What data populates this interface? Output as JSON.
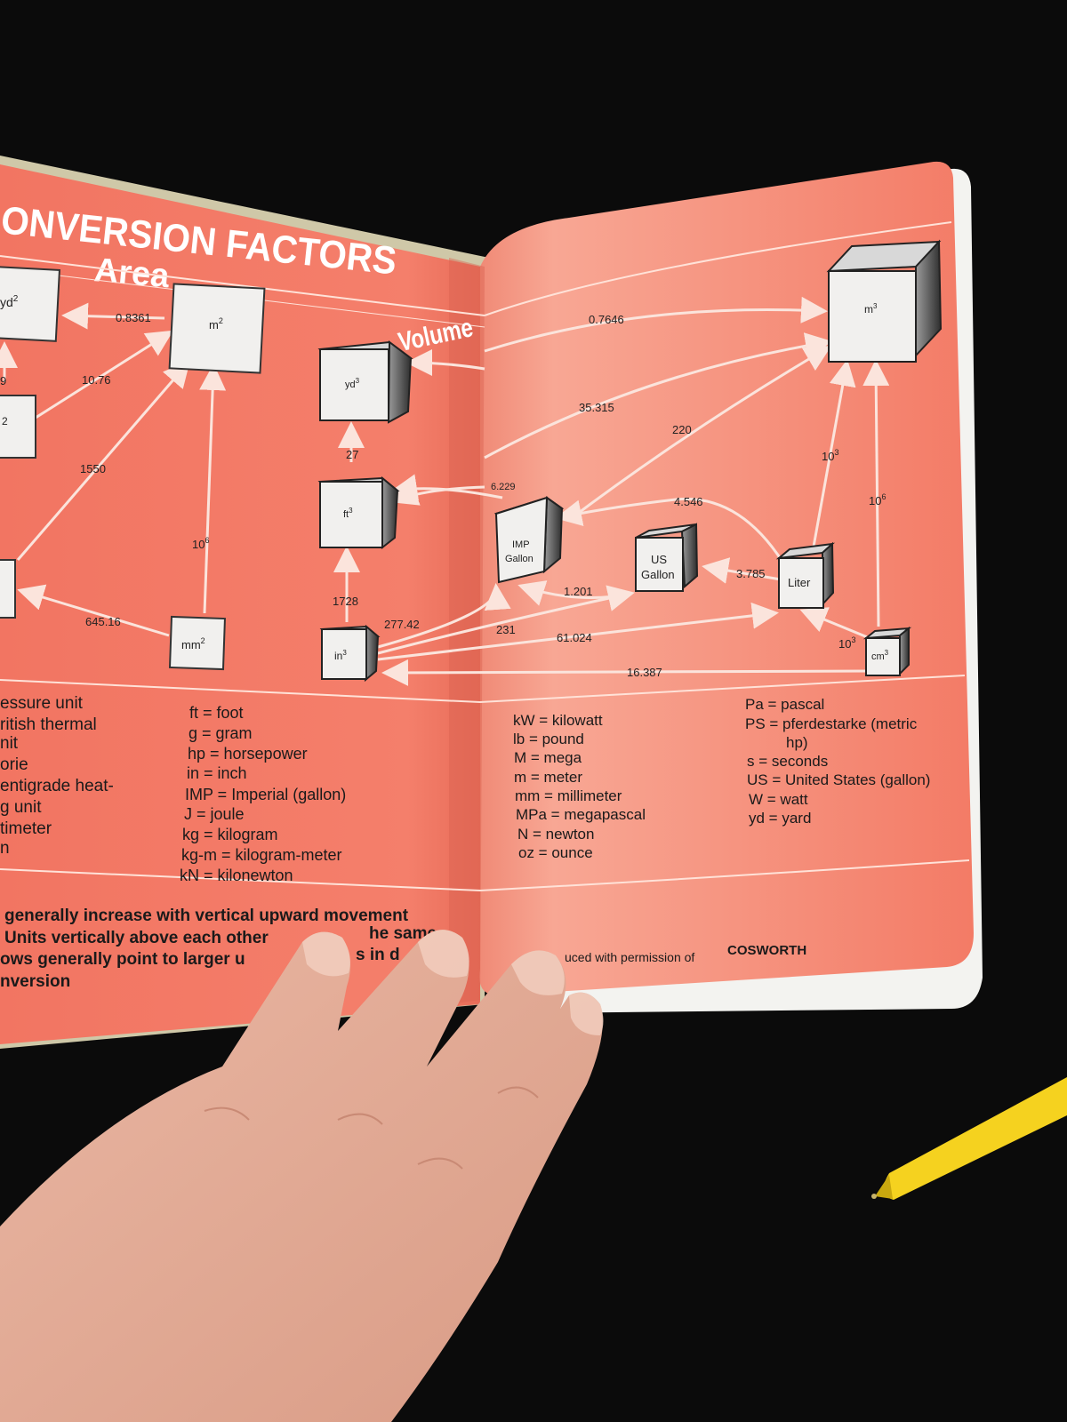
{
  "book": {
    "title": "ONVERSION FACTORS",
    "area_heading": "Area",
    "volume_heading": "Volume",
    "footer_credit": "uced with permission of",
    "footer_brand": "COSWORTH"
  },
  "area": {
    "boxes": {
      "yd2": "yd",
      "yd2_sup": "2",
      "m2": "m",
      "m2_sup": "2",
      "left_small": "2",
      "mm2": "mm",
      "mm2_sup": "2"
    },
    "factors": [
      "0.8361",
      "10.76",
      "9",
      "1550",
      "10",
      "645.16"
    ],
    "factor_sup_106": "6"
  },
  "volume": {
    "boxes": {
      "yd3": "yd",
      "yd3_sup": "3",
      "ft3": "ft",
      "ft3_sup": "3",
      "in3": "in",
      "in3_sup": "3",
      "imp_gallon_1": "IMP",
      "imp_gallon_2": "Gallon",
      "us_gallon_1": "US",
      "us_gallon_2": "Gallon",
      "liter": "Liter",
      "m3": "m",
      "m3_sup": "3",
      "cm3": "cm",
      "cm3_sup": "3"
    },
    "factors": {
      "f_27": "27",
      "f_1728": "1728",
      "f_277": "277.42",
      "f_6229": "6.229",
      "f_0764": "0.7646",
      "f_35315": "35.315",
      "f_220": "220",
      "f_4546": "4.546",
      "f_1201": "1.201",
      "f_231": "231",
      "f_61024": "61.024",
      "f_3785": "3.785",
      "f_16387": "16.387",
      "f_10": "10",
      "f_sup3": "3",
      "f_sup6": "6"
    }
  },
  "glossary": {
    "left_partial": [
      "essure unit",
      "ritish thermal",
      "nit",
      "orie",
      "entigrade heat-",
      "g unit",
      "timeter",
      "n"
    ],
    "left_column": [
      "ft = foot",
      "g = gram",
      "hp = horsepower",
      "in = inch",
      "IMP = Imperial (gallon)",
      "J = joule",
      "kg = kilogram",
      "kg-m = kilogram-meter",
      "kN = kilonewton"
    ],
    "right_column_1": [
      "kW = kilowatt",
      "lb = pound",
      "M = mega",
      "m = meter",
      "mm = millimeter",
      "MPa = megapascal",
      "N = newton",
      "oz = ounce"
    ],
    "right_column_2": [
      "Pa = pascal",
      "PS = pferdestarke (metric",
      "hp)",
      "s = seconds",
      "US = United States (gallon)",
      "W = watt",
      "yd = yard"
    ]
  },
  "notes": [
    "generally increase with vertical upward movement",
    "Units vertically above each other",
    "he same",
    "ows generally point to larger u",
    "s in d",
    "nversion"
  ],
  "colors": {
    "page": "#f37a66",
    "page_light": "#f8a08e",
    "background": "#0b0b0b",
    "pen": "#f5d21f"
  }
}
